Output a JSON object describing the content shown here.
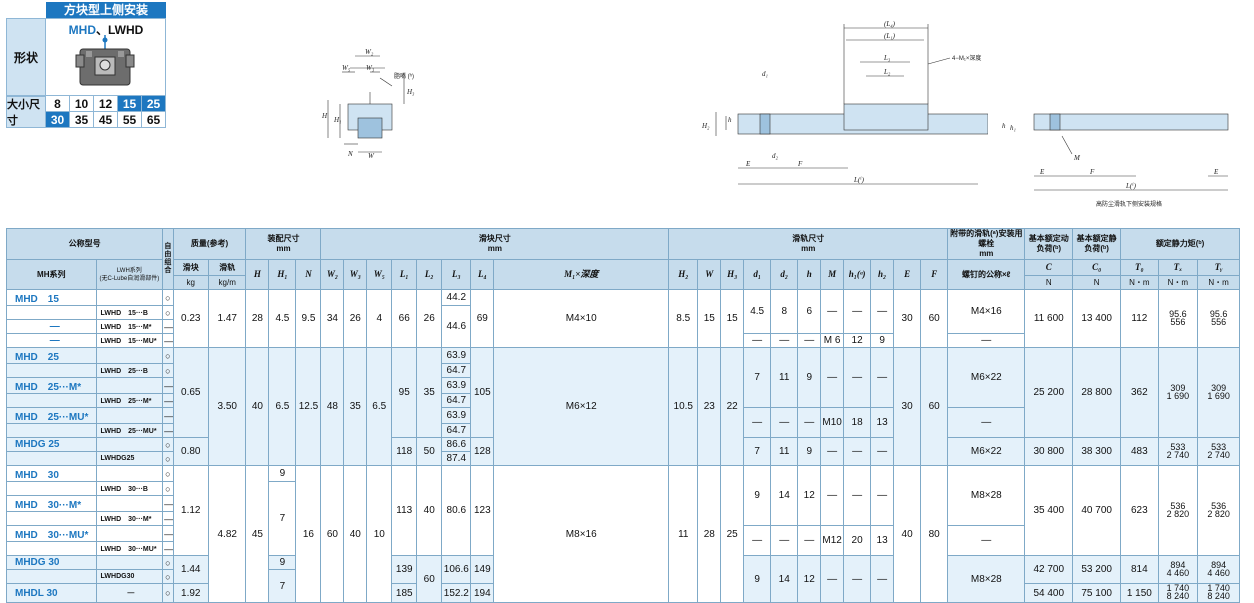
{
  "card": {
    "title": "方块型上侧安装",
    "model_hl": "MHD",
    "model_rest": "、LWHD",
    "shape_label": "形状",
    "size_label": "大小尺寸",
    "sizes": [
      "8",
      "10",
      "12",
      "15",
      "25",
      "30",
      "35",
      "45",
      "55",
      "65"
    ]
  },
  "drawing": {
    "front": {
      "W2": "W₂",
      "W5": "W₅",
      "W3": "W₃",
      "grease": "脂嘴 (ʰ)",
      "H3": "H₃",
      "H": "H",
      "H1": "H₁",
      "N": "N",
      "W": "W"
    },
    "side": {
      "L4": "(L₄)",
      "L1": "(L₁)",
      "L3": "L₃",
      "L2": "L₂",
      "tap": "4−M₁×深度",
      "d1": "d₁",
      "d2": "d₂",
      "H2": "H₂",
      "h": "h",
      "E": "E",
      "F": "F",
      "L": "L(ⁱ)"
    },
    "rail": {
      "h": "h",
      "h1": "h₁",
      "M": "M",
      "E": "E",
      "F": "F",
      "L": "L(ⁱ)",
      "caption": "高防尘滑轨下侧安装规格"
    }
  },
  "table": {
    "header": {
      "model": "公称型号",
      "combo": "自由组合",
      "mass": "质量(参考)",
      "assembly": "装配尺寸",
      "assembly_unit": "mm",
      "slider": "滑块尺寸",
      "slider_unit": "mm",
      "rail": "滑轨尺寸",
      "rail_unit": "mm",
      "bolt": "附带的滑轨(ᵃ)安装用螺栓",
      "bolt_unit": "mm",
      "dyn": "基本额定动负荷(ᵇ)",
      "stat": "基本额定静负荷(ᵇ)",
      "moment": "额定静力矩(ᵇ)",
      "mh_series": "MH系列",
      "lwh_series": "LWH系列",
      "lwh_note": "(无C-Lube自润滑部件)",
      "block": "滑块",
      "block_unit": "kg",
      "railm": "滑轨",
      "railm_unit": "kg/m",
      "cols": [
        "H",
        "H₁",
        "N",
        "W₂",
        "W₃",
        "W₅",
        "L₁",
        "L₂",
        "L₃",
        "L₄",
        "M₁×深度",
        "H₂",
        "W",
        "H₃",
        "d₁",
        "d₂",
        "h",
        "M",
        "h₁(ᵃ)",
        "h₂",
        "E",
        "F"
      ],
      "bolt_nominal": "螺钉的公称×ℓ",
      "C": "C",
      "C0": "C₀",
      "T0": "T₀",
      "TX": "Tₓ",
      "TY": "Tᵧ",
      "N_unit": "N",
      "Nm_unit": "N・m"
    },
    "rows": {
      "r1": {
        "mh": "MHD　15",
        "lw": "",
        "combo": "○",
        "mass_block": "0.23",
        "mass_rail": "1.47",
        "H": "28",
        "H1": "4.5",
        "N": "9.5",
        "W2": "34",
        "W3": "26",
        "W5": "4",
        "L1": "66",
        "L2": "26",
        "L3a": "44.2",
        "L3b": "44.6",
        "L4": "69",
        "M1": "M4×10",
        "H2": "8.5",
        "W": "15",
        "H3": "15",
        "d1": "4.5",
        "d2": "8",
        "h": "6",
        "M": "—",
        "h1": "—",
        "h2": "—",
        "E": "30",
        "F": "60",
        "bolt": "M4×16",
        "C": "11 600",
        "C0": "13 400",
        "T0": "112",
        "TX": [
          "95.6",
          "556"
        ],
        "TY": [
          "95.6",
          "556"
        ]
      },
      "r2": {
        "mh": "",
        "lw": "LWHD　15···B",
        "combo": "○"
      },
      "r3": {
        "mh": "—",
        "lw": "LWHD　15···M*",
        "combo": "—"
      },
      "r4": {
        "mh": "—",
        "lw": "LWHD　15···MU*",
        "combo": "—",
        "d1": "—",
        "d2": "—",
        "h": "—",
        "M": "M 6",
        "h1": "12",
        "h2": "9",
        "bolt": "—"
      },
      "r5": {
        "mh": "MHD　25",
        "combo": "○",
        "L3": "63.9"
      },
      "r6": {
        "lw": "LWHD　25···B",
        "combo": "○",
        "L3": "64.7"
      },
      "r7": {
        "mh": "MHD　25···M*",
        "combo": "—",
        "L3": "63.9",
        "mass_block": "0.65",
        "mass_rail": "3.50",
        "H": "40",
        "H1": "6.5",
        "N": "12.5",
        "W2": "48",
        "W3": "35",
        "W5": "6.5",
        "L1": "95",
        "L2": "35",
        "L4": "105",
        "M1": "M6×12",
        "H2": "10.5",
        "W": "23",
        "H3": "22",
        "d1": "7",
        "d2": "11",
        "h": "9",
        "M": "—",
        "h1": "—",
        "h2": "—",
        "E": "30",
        "F": "60",
        "bolt": "M6×22",
        "C": "25 200",
        "C0": "28 800",
        "T0": "362",
        "TX": [
          "309",
          "1 690"
        ],
        "TY": [
          "309",
          "1 690"
        ]
      },
      "r8": {
        "lw": "LWHD　25···M*",
        "combo": "—",
        "L3": "64.7"
      },
      "r9": {
        "mh": "MHD　25···MU*",
        "combo": "—",
        "L3": "63.9",
        "d1": "—",
        "d2": "—",
        "h": "—",
        "M": "M10",
        "h1": "18",
        "h2": "13",
        "bolt": "—"
      },
      "r10": {
        "lw": "LWHD　25···MU*",
        "combo": "—",
        "L3": "64.7"
      },
      "r11": {
        "mh": "MHDG 25",
        "combo": "○",
        "mass_block": "0.80",
        "L1": "118",
        "L2": "50",
        "L3": "86.6",
        "L4": "128",
        "d1": "7",
        "d2": "11",
        "h": "9",
        "M": "—",
        "h1": "—",
        "h2": "—",
        "bolt": "M6×22",
        "C": "30 800",
        "C0": "38 300",
        "T0": "483",
        "TX": [
          "533",
          "2 740"
        ],
        "TY": [
          "533",
          "2 740"
        ]
      },
      "r12": {
        "lw": "LWHDG25",
        "combo": "○",
        "L3": "87.4"
      },
      "r13": {
        "mh": "MHD　30",
        "combo": "○",
        "H1": "9"
      },
      "r14": {
        "lw": "LWHD　30···B",
        "combo": "○",
        "d1": "9",
        "d2": "14",
        "h": "12",
        "M": "—",
        "h1": "—",
        "h2": "—",
        "bolt": "M8×28"
      },
      "r15": {
        "mh": "MHD　30···M*",
        "combo": "—",
        "mass_block": "1.12",
        "H1": "7",
        "L1": "113",
        "L2": "40",
        "L3": "80.6",
        "L4": "123",
        "C": "35 400",
        "C0": "40 700",
        "T0": "623",
        "TX": [
          "536",
          "2 820"
        ],
        "TY": [
          "536",
          "2 820"
        ]
      },
      "r16": {
        "lw": "LWHD　30···M*",
        "combo": "—"
      },
      "r17": {
        "mh": "MHD　30···MU*",
        "combo": "—",
        "mass_rail": "4.82",
        "H": "45",
        "N": "16",
        "W2": "60",
        "W3": "40",
        "W5": "10",
        "M1": "M8×16",
        "H2": "11",
        "W": "28",
        "H3": "25",
        "d1": "—",
        "d2": "—",
        "h": "—",
        "M": "M12",
        "h1": "20",
        "h2": "13",
        "E": "40",
        "F": "80",
        "bolt": "—"
      },
      "r18": {
        "lw": "LWHD　30···MU*",
        "combo": "—"
      },
      "r19": {
        "mh": "MHDG 30",
        "combo": "○",
        "mass_block": "1.44",
        "H1": "9",
        "L1": "139",
        "L3": "106.6",
        "L4": "149",
        "C": "42 700",
        "C0": "53 200",
        "T0": "814",
        "TX": [
          "894",
          "4 460"
        ],
        "TY": [
          "894",
          "4 460"
        ]
      },
      "r20": {
        "lw": "LWHDG30",
        "combo": "○",
        "L2": "60",
        "H1": "7",
        "d1": "9",
        "d2": "14",
        "h": "12",
        "M": "—",
        "h1": "—",
        "h2": "—",
        "bolt": "M8×28"
      },
      "r21": {
        "mh": "MHDL 30",
        "lw": "—",
        "combo": "○",
        "mass_block": "1.92",
        "L1": "185",
        "L3": "152.2",
        "L4": "194",
        "C": "54 400",
        "C0": "75 100",
        "T0": "1 150",
        "TX": [
          "1 740",
          "8 240"
        ],
        "TY": [
          "1 740",
          "8 240"
        ]
      }
    }
  },
  "colors": {
    "accent": "#1d77c0",
    "header_bg": "#c6dcec",
    "band_bg": "#e4f1fa",
    "border": "#7fa9c7"
  }
}
